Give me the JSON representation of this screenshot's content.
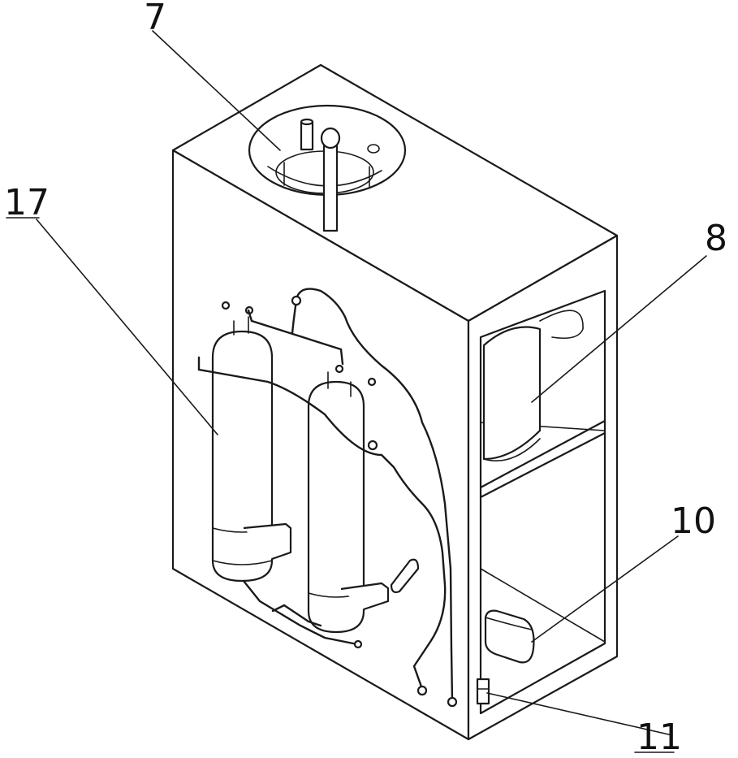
{
  "labels": {
    "top_assembly": "7",
    "upper_unit": "8",
    "lower_component": "10",
    "bottom_component": "11",
    "tanks": "17"
  }
}
